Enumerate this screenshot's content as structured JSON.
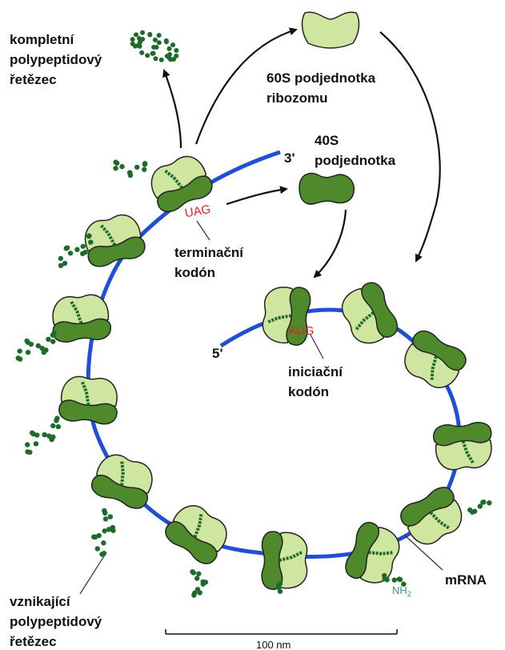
{
  "labels": {
    "complete_chain": [
      "kompletní",
      "polypeptidový",
      "řetězec"
    ],
    "subunit_60s": [
      "60S podjednotka",
      "ribozomu"
    ],
    "subunit_40s": [
      "40S",
      "podjednotka"
    ],
    "termination_codon": [
      "terminační",
      "kodón"
    ],
    "initiation_codon": [
      "iniciační",
      "kodón"
    ],
    "nascent_chain": [
      "vznikající",
      "polypeptidový",
      "řetězec"
    ],
    "mrna": "mRNA",
    "nh2": "NH",
    "nh2_sub": "2",
    "end_3": "3'",
    "end_5": "5'",
    "uag": "UAG",
    "aug": "AUG",
    "scale": "100 nm"
  },
  "colors": {
    "large_subunit": "#cfe6a0",
    "small_subunit": "#4e8a2c",
    "mrna": "#1e4fd6",
    "chain": "#1d6b2a",
    "codon": "#e0202c",
    "nh2": "#3f8a8a",
    "text": "#111111"
  },
  "icons": {
    "ribosome": "ribosome-icon",
    "free_60s": "subunit-60s-icon",
    "free_40s": "subunit-40s-icon",
    "peptide": "peptide-chain-icon"
  }
}
